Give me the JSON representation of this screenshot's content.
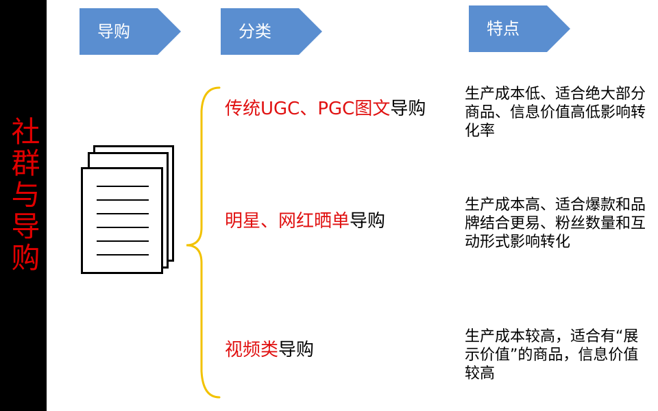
{
  "sidebar": {
    "title": "社群与导购"
  },
  "headers": {
    "col1": "导购",
    "col2": "分类",
    "col3": "特点"
  },
  "categories": [
    {
      "highlight": "传统UGC、PGC图文",
      "suffix": "导购"
    },
    {
      "highlight": "明星、网红晒单",
      "suffix": "导购"
    },
    {
      "highlight": "视频类",
      "suffix": "导购"
    }
  ],
  "features": [
    "生产成本低、适合绝大部分商品、信息价值高低影响转化率",
    "生产成本高、适合爆款和品牌结合更易、粉丝数量和互动形式影响转化",
    "生产成本较高，适合有“展示价值”的商品，信息价值较高"
  ],
  "colors": {
    "sidebar_bg": "#000000",
    "title_red": "#e00000",
    "chevron_blue": "#5a8ed0",
    "brace_yellow": "#f2c200",
    "highlight_red": "#e01010"
  },
  "icons": {
    "documents": "stacked-documents-icon",
    "brace": "curly-brace"
  }
}
